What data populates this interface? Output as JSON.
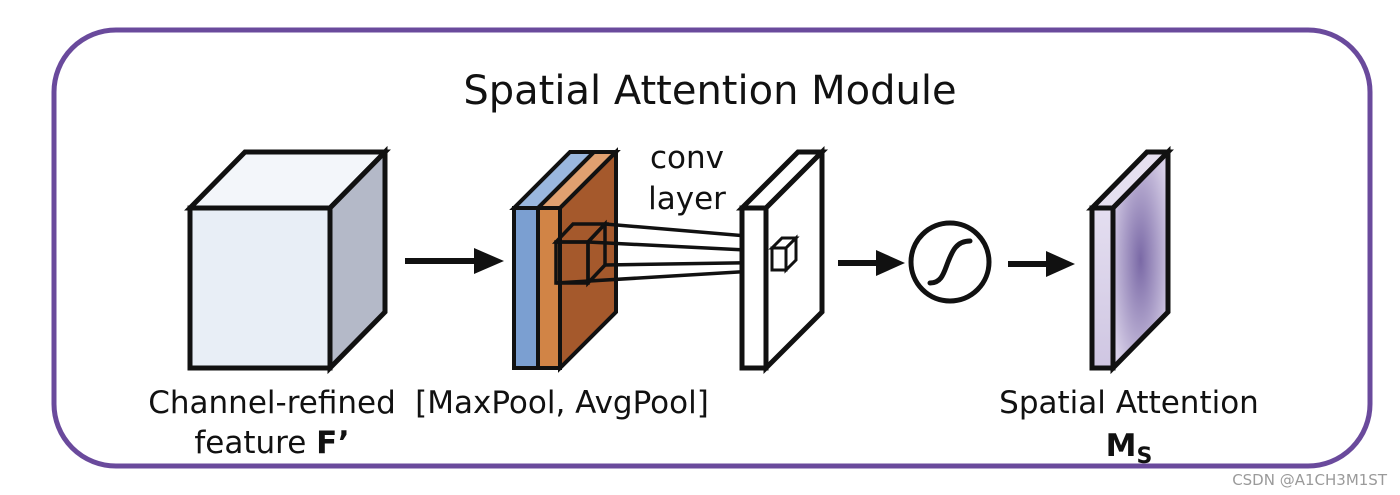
{
  "title": "Spatial Attention Module",
  "conv_label": {
    "line1": "conv",
    "line2": "layer"
  },
  "labels": {
    "input_line1": "Channel-refined",
    "input_line2_prefix": "feature ",
    "input_line2_symbol": "F’",
    "pooling": "[MaxPool, AvgPool]",
    "output_line1": "Spatial Attention",
    "output_symbol_main": "M",
    "output_symbol_sub": "S"
  },
  "watermark": "CSDN @A1CH3M1ST",
  "colors": {
    "frame": "#6a4a9c",
    "input_front": "#e8eef6",
    "input_side": "#b4b9c8",
    "input_top": "#f3f6fa",
    "maxpool": "#7b9fd1",
    "avgpool": "#d18446",
    "avgpool_dark": "#a5592c",
    "attention_front": "#ddd6ec",
    "attention_side": "#8a78ad",
    "ink": "#111111"
  },
  "icons": {
    "sigmoid": "sigmoid-icon",
    "arrows": "arrow-right-icon"
  }
}
